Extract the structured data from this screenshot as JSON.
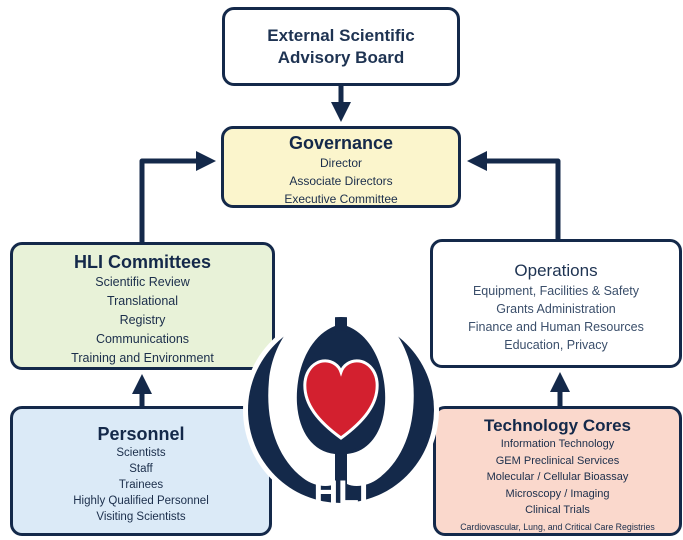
{
  "external_board": {
    "lines": [
      "External Scientific",
      "Advisory Board"
    ]
  },
  "governance": {
    "title": "Governance",
    "items": [
      "Director",
      "Associate Directors",
      "Executive Committee"
    ]
  },
  "hli_committees": {
    "title": "HLI Committees",
    "items": [
      "Scientific Review",
      "Translational",
      "Registry",
      "Communications",
      "Training and Environment"
    ]
  },
  "operations": {
    "title": "Operations",
    "items": [
      "Equipment, Facilities & Safety",
      "Grants Administration",
      "Finance and Human Resources",
      "Education, Privacy"
    ]
  },
  "personnel": {
    "title": "Personnel",
    "items": [
      "Scientists",
      "Staff",
      "Trainees",
      "Highly Qualified Personnel",
      "Visiting Scientists"
    ]
  },
  "technology_cores": {
    "title": "Technology Cores",
    "items": [
      "Information Technology",
      "GEM Preclinical Services",
      "Molecular / Cellular Bioassay",
      "Microscopy / Imaging",
      "Clinical Trials",
      "Cardiovascular, Lung, and Critical Care Registries"
    ]
  },
  "logo": {
    "text": "HLI"
  },
  "colors": {
    "navy": "#14294a",
    "governance_fill": "#fbf5cc",
    "committees_fill": "#e8f2d8",
    "personnel_fill": "#dbeaf7",
    "tech_fill": "#fad8cc",
    "heart_red": "#d3202f"
  }
}
